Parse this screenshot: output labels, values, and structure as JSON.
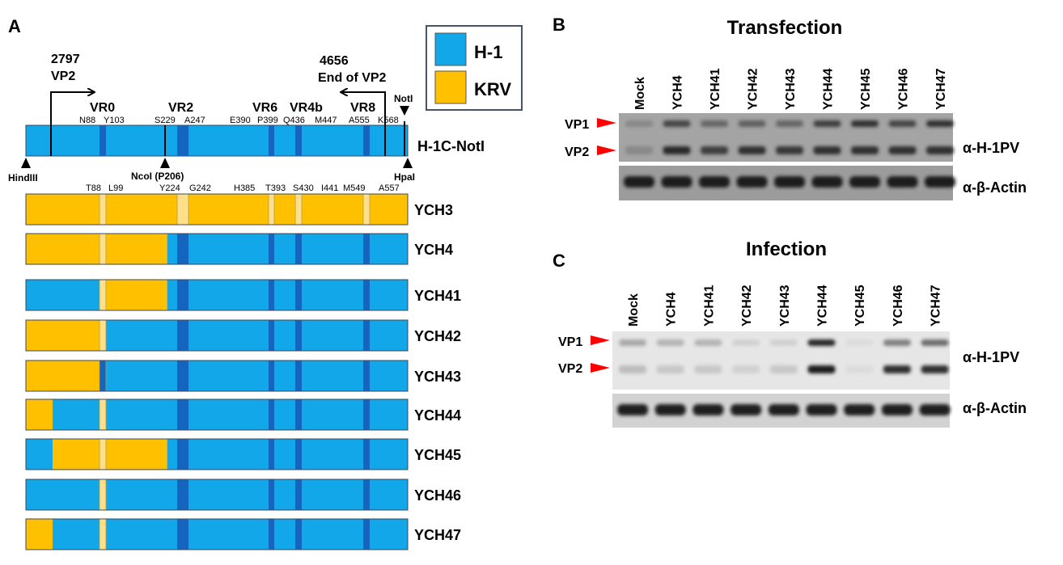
{
  "colors": {
    "h1": "#12A7E8",
    "krv": "#FFC000",
    "vr_dark": "#1565C0",
    "vr_light": "#FFE08A",
    "legend_border": "#44546A",
    "blot_bg": "#a4a4a4",
    "band": "#1e1e1e",
    "arrow_red": "#FF0000"
  },
  "panel_a": {
    "label": "A",
    "legend": [
      {
        "name": "H-1",
        "color": "h1"
      },
      {
        "name": "KRV",
        "color": "krv"
      }
    ],
    "left_marker": {
      "pos": "2797",
      "name": "VP2"
    },
    "right_marker": {
      "pos": "4656",
      "name": "End of VP2"
    },
    "notI": "NotI",
    "reference": {
      "name": "H-1C-NotI",
      "regions": [
        "VR0",
        "VR2",
        "VR6",
        "VR4b",
        "VR8"
      ],
      "residues": [
        "N88",
        "Y103",
        "S229",
        "A247",
        "E390",
        "P399",
        "Q436",
        "M447",
        "A555",
        "K568"
      ]
    },
    "sites": {
      "hindIII": "HindIII",
      "ncoI": "NcoI (P206)",
      "hpaI": "HpaI"
    },
    "krv_residues": [
      "T88",
      "L99",
      "Y224",
      "G242",
      "H385",
      "T393",
      "S430",
      "I441",
      "M549",
      "A557"
    ],
    "constructs": [
      {
        "name": "YCH3",
        "segments": [
          [
            "krv",
            0,
            1
          ]
        ]
      },
      {
        "name": "YCH4",
        "segments": [
          [
            "krv",
            0,
            0.37
          ],
          [
            "h1",
            0.37,
            1
          ]
        ]
      },
      {
        "name": "YCH41",
        "segments": [
          [
            "h1",
            0,
            0.2
          ],
          [
            "krv",
            0.2,
            0.37
          ],
          [
            "h1",
            0.37,
            1
          ]
        ]
      },
      {
        "name": "YCH42",
        "segments": [
          [
            "krv",
            0,
            0.2
          ],
          [
            "h1",
            0.2,
            1
          ]
        ]
      },
      {
        "name": "YCH43",
        "segments": [
          [
            "krv",
            0,
            0.2
          ],
          [
            "h1",
            0.2,
            1
          ]
        ]
      },
      {
        "name": "YCH44",
        "segments": [
          [
            "krv",
            0,
            0.07
          ],
          [
            "h1",
            0.07,
            1
          ]
        ]
      },
      {
        "name": "YCH45",
        "segments": [
          [
            "h1",
            0,
            0.07
          ],
          [
            "krv",
            0.07,
            0.37
          ],
          [
            "h1",
            0.37,
            1
          ]
        ]
      },
      {
        "name": "YCH46",
        "segments": [
          [
            "h1",
            0,
            1
          ]
        ]
      },
      {
        "name": "YCH47",
        "segments": [
          [
            "krv",
            0,
            0.07
          ],
          [
            "h1",
            0.07,
            1
          ]
        ]
      }
    ]
  },
  "panel_b": {
    "label": "B",
    "title": "Transfection",
    "lanes": [
      "Mock",
      "YCH4",
      "YCH41",
      "YCH42",
      "YCH43",
      "YCH44",
      "YCH45",
      "YCH46",
      "YCH47"
    ],
    "bands": [
      "VP1",
      "VP2"
    ],
    "antibody_top": "α-H-1PV",
    "antibody_bottom": "α-β-Actin",
    "vp1_intensity": [
      0.2,
      0.7,
      0.45,
      0.5,
      0.45,
      0.75,
      0.85,
      0.7,
      0.85
    ],
    "vp2_intensity": [
      0.2,
      0.9,
      0.75,
      0.85,
      0.8,
      0.85,
      0.85,
      0.85,
      0.85
    ]
  },
  "panel_c": {
    "label": "C",
    "title": "Infection",
    "lanes": [
      "Mock",
      "YCH4",
      "YCH41",
      "YCH42",
      "YCH43",
      "YCH44",
      "YCH45",
      "YCH46",
      "YCH47"
    ],
    "bands": [
      "VP1",
      "VP2"
    ],
    "antibody_top": "α-H-1PV",
    "antibody_bottom": "α-β-Actin",
    "vp1_intensity": [
      0.3,
      0.25,
      0.25,
      0.1,
      0.1,
      0.95,
      0.05,
      0.5,
      0.6
    ],
    "vp2_intensity": [
      0.2,
      0.15,
      0.15,
      0.1,
      0.15,
      1.0,
      0.05,
      0.9,
      0.9
    ]
  }
}
